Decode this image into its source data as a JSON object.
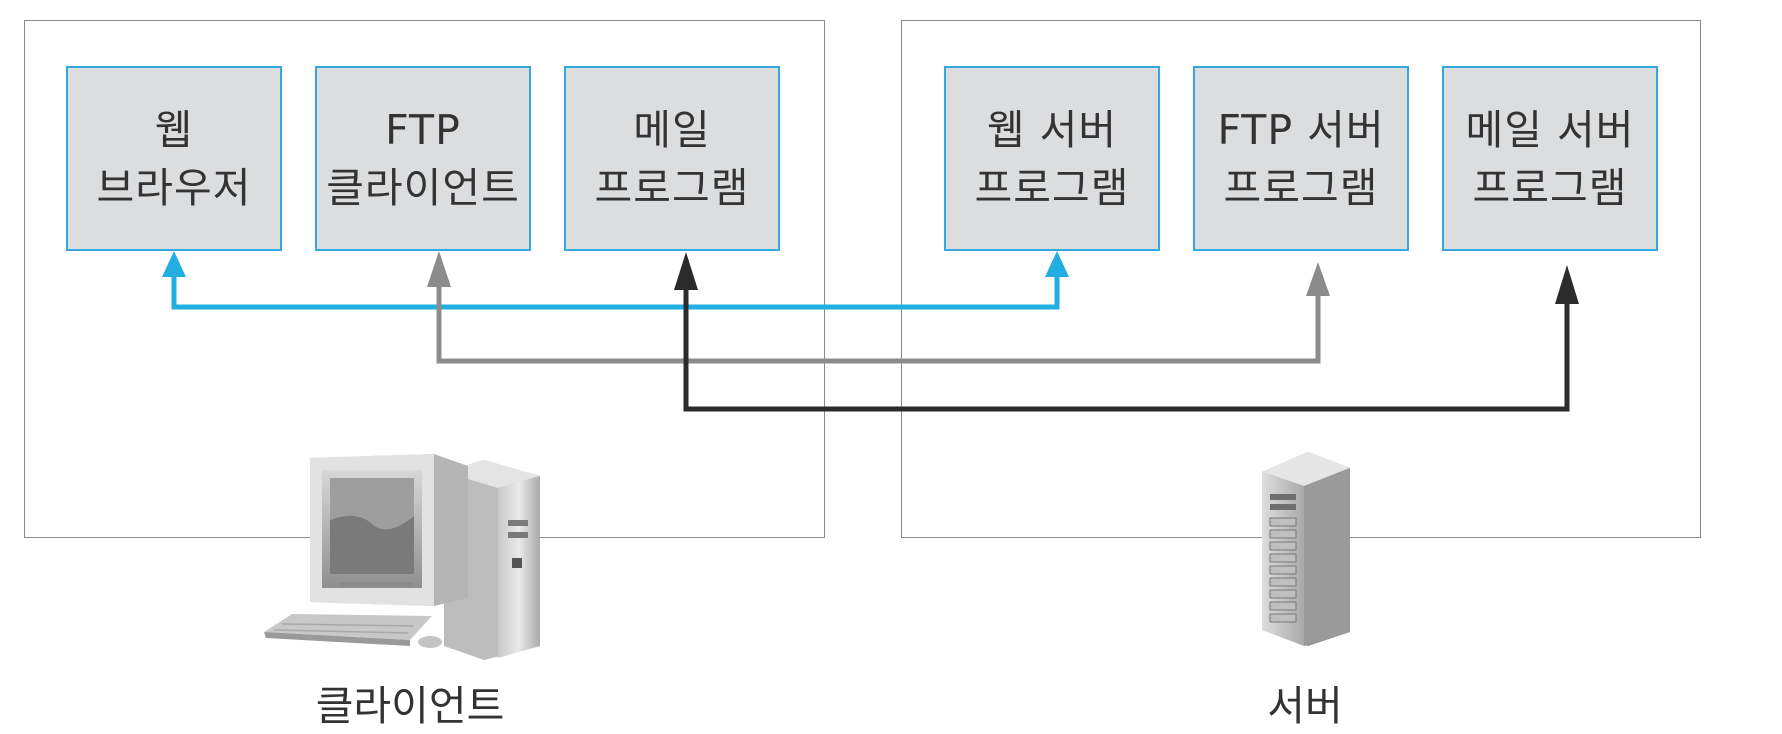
{
  "client": {
    "programs": [
      {
        "line1": "웹",
        "line2": "브라우저"
      },
      {
        "line1": "FTP",
        "line2": "클라이언트"
      },
      {
        "line1": "메일",
        "line2": "프로그램"
      }
    ],
    "caption": "클라이언트",
    "device_icon": "desktop-computer-icon"
  },
  "server": {
    "programs": [
      {
        "line1": "웹 서버",
        "line2": "프로그램"
      },
      {
        "line1": "FTP 서버",
        "line2": "프로그램"
      },
      {
        "line1": "메일 서버",
        "line2": "프로그램"
      }
    ],
    "caption": "서버",
    "device_icon": "server-tower-icon"
  },
  "connections": [
    {
      "from": "client.programs.0",
      "to": "server.programs.0",
      "color": "#20aee3"
    },
    {
      "from": "client.programs.1",
      "to": "server.programs.1",
      "color": "#8c8c8c"
    },
    {
      "from": "client.programs.2",
      "to": "server.programs.2",
      "color": "#2b2b2b"
    }
  ],
  "colors": {
    "box_fill": "#dcdddf",
    "box_border": "#34a9dd",
    "panel_border": "#8a8a8a",
    "text": "#333333"
  }
}
